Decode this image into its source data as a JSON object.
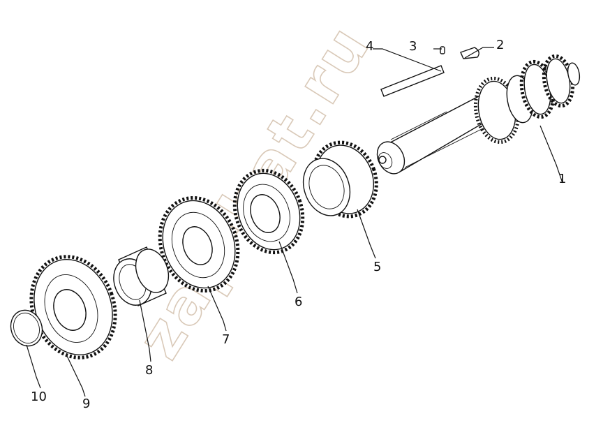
{
  "diagram": {
    "watermark": "zap-bat.ru",
    "callouts": [
      {
        "id": "1",
        "label": "1"
      },
      {
        "id": "2",
        "label": "2"
      },
      {
        "id": "3",
        "label": "3"
      },
      {
        "id": "4",
        "label": "4"
      },
      {
        "id": "5",
        "label": "5"
      },
      {
        "id": "6",
        "label": "6"
      },
      {
        "id": "7",
        "label": "7"
      },
      {
        "id": "8",
        "label": "8"
      },
      {
        "id": "9",
        "label": "9"
      },
      {
        "id": "10",
        "label": "10"
      }
    ]
  }
}
